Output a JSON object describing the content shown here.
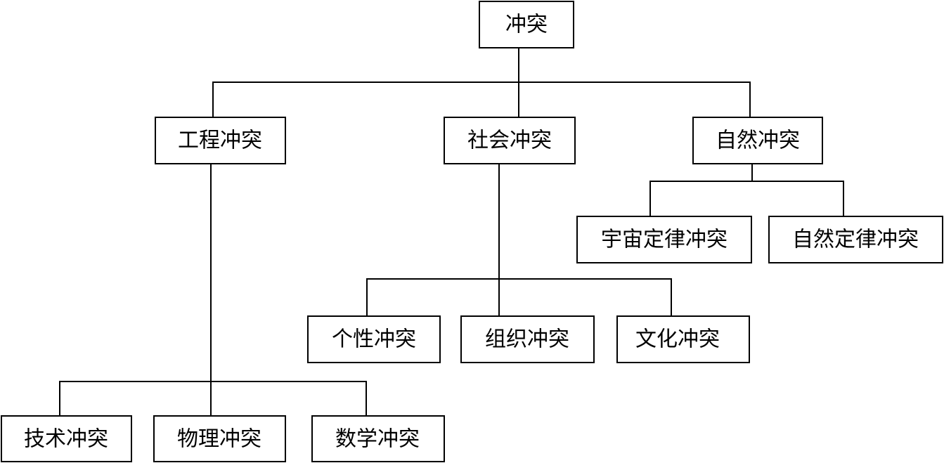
{
  "diagram": {
    "type": "tree",
    "root": {
      "label": "冲突",
      "children": [
        {
          "label": "工程冲突",
          "children": [
            {
              "label": "技术冲突"
            },
            {
              "label": "物理冲突"
            },
            {
              "label": "数学冲突"
            }
          ]
        },
        {
          "label": "社会冲突",
          "children": [
            {
              "label": "个性冲突"
            },
            {
              "label": "组织冲突"
            },
            {
              "label": "文化冲突"
            }
          ]
        },
        {
          "label": "自然冲突",
          "children": [
            {
              "label": "宇宙定律冲突"
            },
            {
              "label": "自然定律冲突"
            }
          ]
        }
      ]
    }
  }
}
